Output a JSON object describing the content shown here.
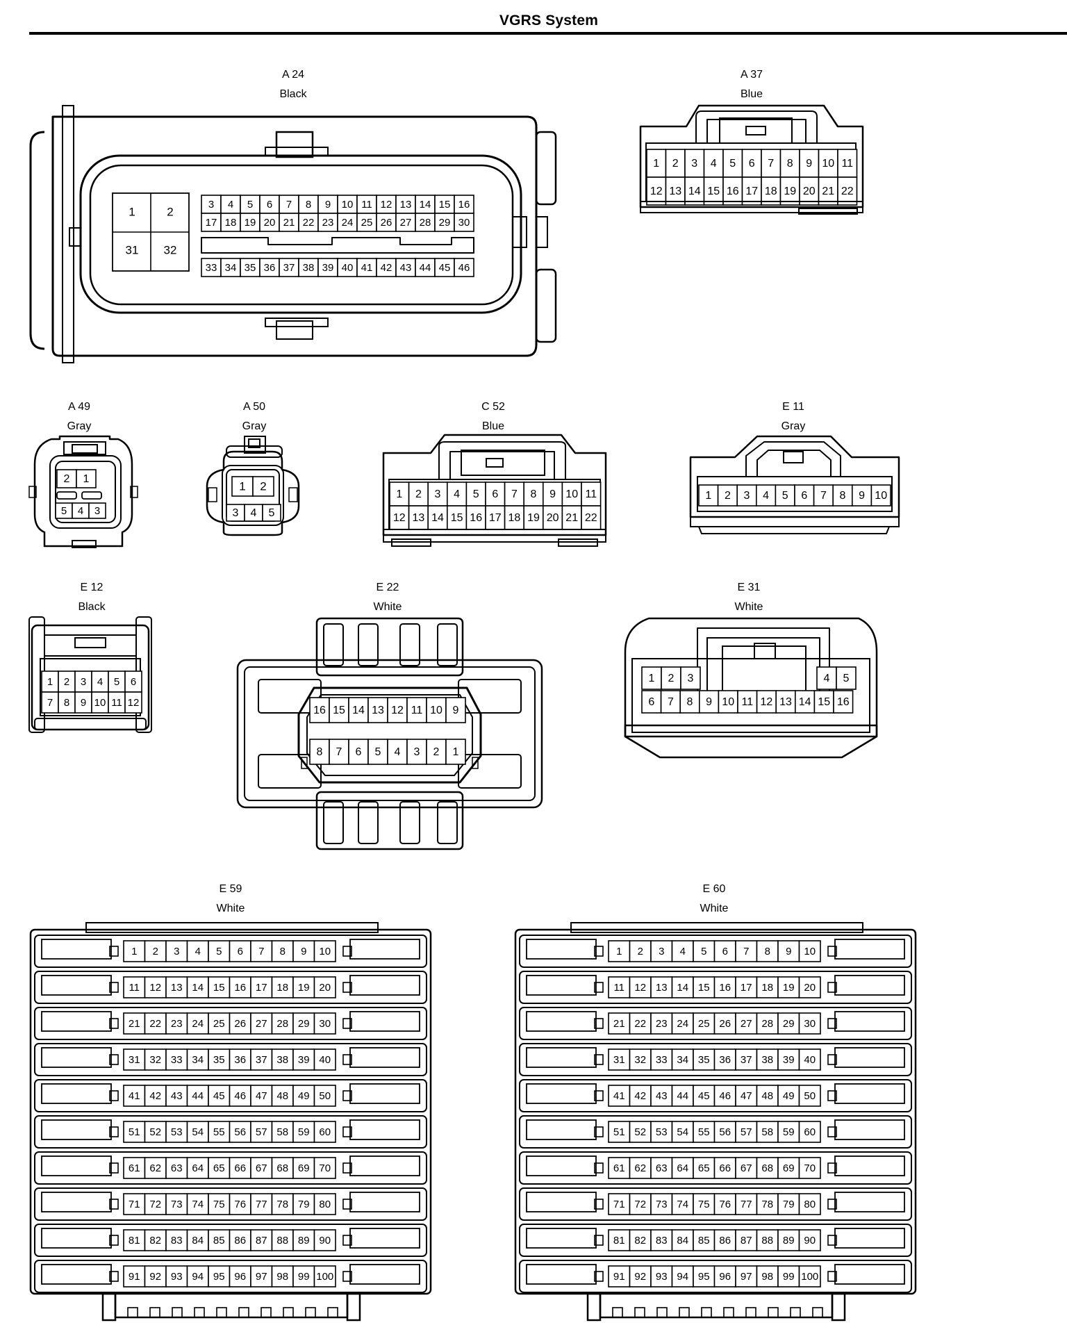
{
  "title": "VGRS System",
  "colors": {
    "ink": "#000000",
    "paper": "#ffffff"
  },
  "connectors": [
    {
      "id": "A 24",
      "color": "Black",
      "pins": {
        "big": [
          [
            "1",
            "2"
          ],
          [
            "31",
            "32"
          ]
        ],
        "rows": [
          [
            "3",
            "4",
            "5",
            "6",
            "7",
            "8",
            "9",
            "10",
            "11",
            "12",
            "13",
            "14",
            "15",
            "16"
          ],
          [
            "17",
            "18",
            "19",
            "20",
            "21",
            "22",
            "23",
            "24",
            "25",
            "26",
            "27",
            "28",
            "29",
            "30"
          ],
          [
            "33",
            "34",
            "35",
            "36",
            "37",
            "38",
            "39",
            "40",
            "41",
            "42",
            "43",
            "44",
            "45",
            "46"
          ]
        ]
      }
    },
    {
      "id": "A 37",
      "color": "Blue",
      "pins": {
        "rows": [
          [
            "1",
            "2",
            "3",
            "4",
            "5",
            "6",
            "7",
            "8",
            "9",
            "10",
            "11"
          ],
          [
            "12",
            "13",
            "14",
            "15",
            "16",
            "17",
            "18",
            "19",
            "20",
            "21",
            "22"
          ]
        ]
      }
    },
    {
      "id": "A 49",
      "color": "Gray",
      "pins": {
        "rows": [
          [
            "2",
            "1"
          ],
          [
            "5",
            "4",
            "3"
          ]
        ]
      }
    },
    {
      "id": "A 50",
      "color": "Gray",
      "pins": {
        "rows": [
          [
            "1",
            "2"
          ],
          [
            "3",
            "4",
            "5"
          ]
        ]
      }
    },
    {
      "id": "C 52",
      "color": "Blue",
      "pins": {
        "rows": [
          [
            "1",
            "2",
            "3",
            "4",
            "5",
            "6",
            "7",
            "8",
            "9",
            "10",
            "11"
          ],
          [
            "12",
            "13",
            "14",
            "15",
            "16",
            "17",
            "18",
            "19",
            "20",
            "21",
            "22"
          ]
        ]
      }
    },
    {
      "id": "E 11",
      "color": "Gray",
      "pins": {
        "rows": [
          [
            "1",
            "2",
            "3",
            "4",
            "5",
            "6",
            "7",
            "8",
            "9",
            "10"
          ]
        ]
      }
    },
    {
      "id": "E 12",
      "color": "Black",
      "pins": {
        "rows": [
          [
            "1",
            "2",
            "3",
            "4",
            "5",
            "6"
          ],
          [
            "7",
            "8",
            "9",
            "10",
            "11",
            "12"
          ]
        ]
      }
    },
    {
      "id": "E 22",
      "color": "White",
      "pins": {
        "rows": [
          [
            "16",
            "15",
            "14",
            "13",
            "12",
            "11",
            "10",
            "9"
          ],
          [
            "8",
            "7",
            "6",
            "5",
            "4",
            "3",
            "2",
            "1"
          ]
        ]
      }
    },
    {
      "id": "E 31",
      "color": "White",
      "pins": {
        "rows": [
          [
            "1",
            "2",
            "3",
            "4",
            "5"
          ],
          [
            "6",
            "7",
            "8",
            "9",
            "10",
            "11",
            "12",
            "13",
            "14",
            "15",
            "16"
          ]
        ]
      }
    },
    {
      "id": "E 59",
      "color": "White",
      "pins": {
        "rows": [
          [
            "1",
            "2",
            "3",
            "4",
            "5",
            "6",
            "7",
            "8",
            "9",
            "10"
          ],
          [
            "11",
            "12",
            "13",
            "14",
            "15",
            "16",
            "17",
            "18",
            "19",
            "20"
          ],
          [
            "21",
            "22",
            "23",
            "24",
            "25",
            "26",
            "27",
            "28",
            "29",
            "30"
          ],
          [
            "31",
            "32",
            "33",
            "34",
            "35",
            "36",
            "37",
            "38",
            "39",
            "40"
          ],
          [
            "41",
            "42",
            "43",
            "44",
            "45",
            "46",
            "47",
            "48",
            "49",
            "50"
          ],
          [
            "51",
            "52",
            "53",
            "54",
            "55",
            "56",
            "57",
            "58",
            "59",
            "60"
          ],
          [
            "61",
            "62",
            "63",
            "64",
            "65",
            "66",
            "67",
            "68",
            "69",
            "70"
          ],
          [
            "71",
            "72",
            "73",
            "74",
            "75",
            "76",
            "77",
            "78",
            "79",
            "80"
          ],
          [
            "81",
            "82",
            "83",
            "84",
            "85",
            "86",
            "87",
            "88",
            "89",
            "90"
          ],
          [
            "91",
            "92",
            "93",
            "94",
            "95",
            "96",
            "97",
            "98",
            "99",
            "100"
          ]
        ]
      }
    },
    {
      "id": "E 60",
      "color": "White",
      "pins": {
        "rows": [
          [
            "1",
            "2",
            "3",
            "4",
            "5",
            "6",
            "7",
            "8",
            "9",
            "10"
          ],
          [
            "11",
            "12",
            "13",
            "14",
            "15",
            "16",
            "17",
            "18",
            "19",
            "20"
          ],
          [
            "21",
            "22",
            "23",
            "24",
            "25",
            "26",
            "27",
            "28",
            "29",
            "30"
          ],
          [
            "31",
            "32",
            "33",
            "34",
            "35",
            "36",
            "37",
            "38",
            "39",
            "40"
          ],
          [
            "41",
            "42",
            "43",
            "44",
            "45",
            "46",
            "47",
            "48",
            "49",
            "50"
          ],
          [
            "51",
            "52",
            "53",
            "54",
            "55",
            "56",
            "57",
            "58",
            "59",
            "60"
          ],
          [
            "61",
            "62",
            "63",
            "64",
            "65",
            "66",
            "67",
            "68",
            "69",
            "70"
          ],
          [
            "71",
            "72",
            "73",
            "74",
            "75",
            "76",
            "77",
            "78",
            "79",
            "80"
          ],
          [
            "81",
            "82",
            "83",
            "84",
            "85",
            "86",
            "87",
            "88",
            "89",
            "90"
          ],
          [
            "91",
            "92",
            "93",
            "94",
            "95",
            "96",
            "97",
            "98",
            "99",
            "100"
          ]
        ]
      }
    }
  ]
}
